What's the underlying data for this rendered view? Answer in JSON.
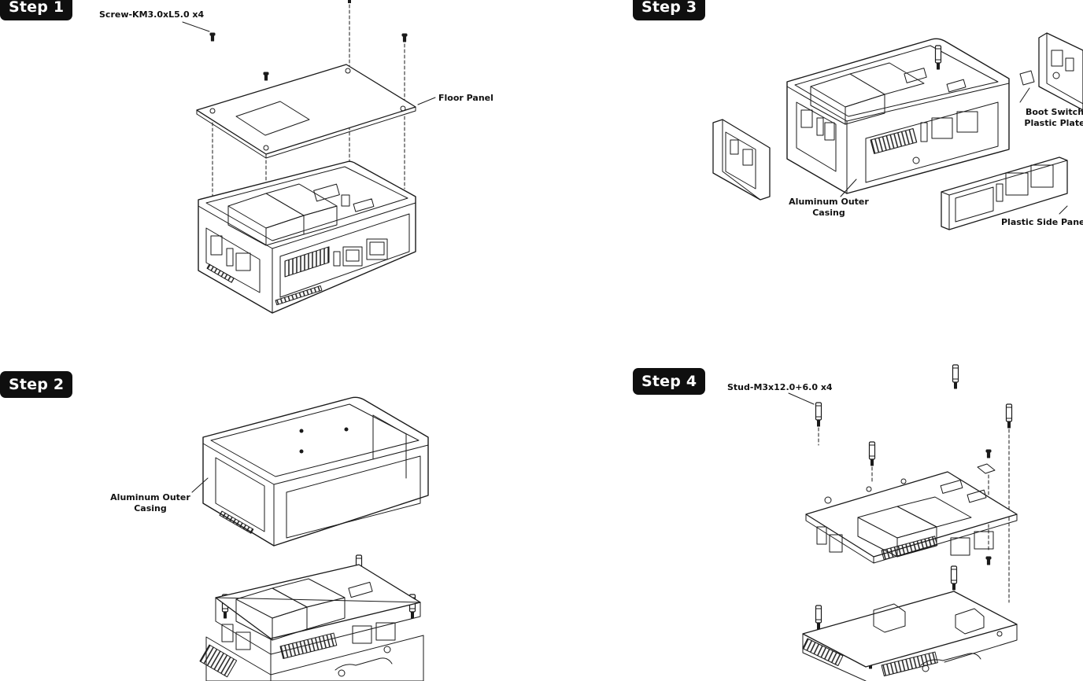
{
  "steps": [
    {
      "badge": "Step 1",
      "labels": {
        "screw": "Screw-KM3.0xL5.0 x4",
        "floor_panel": "Floor Panel"
      }
    },
    {
      "badge": "Step 2",
      "labels": {
        "casing_line1": "Aluminum Outer",
        "casing_line2": "Casing"
      }
    },
    {
      "badge": "Step 3",
      "labels": {
        "boot_line1": "Boot Switch",
        "boot_line2": "Plastic Plate",
        "casing_line1": "Aluminum Outer",
        "casing_line2": "Casing",
        "side_panel": "Plastic Side Panel"
      }
    },
    {
      "badge": "Step 4",
      "labels": {
        "stud": "Stud-M3x12.0+6.0 x4"
      }
    }
  ],
  "colors": {
    "badge_bg": "#0f0f0f",
    "badge_text": "#ffffff",
    "line": "#1a1a1a"
  }
}
